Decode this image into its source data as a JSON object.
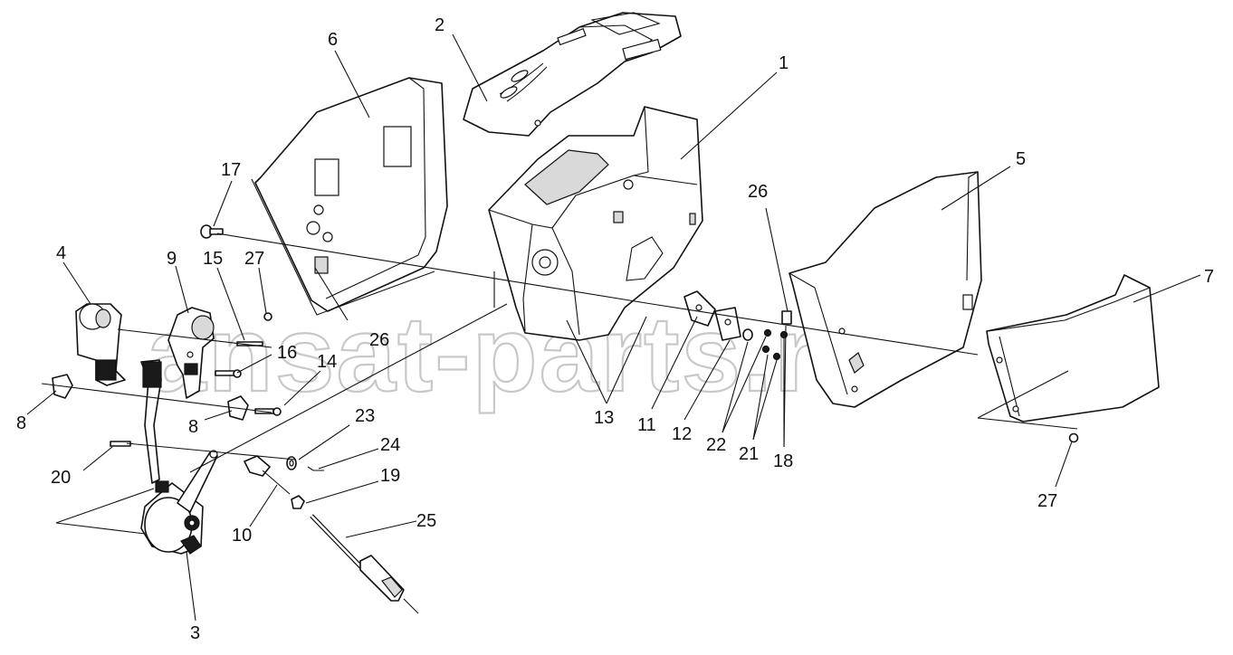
{
  "watermark": "ansat-parts.ru",
  "callouts": {
    "c1": "1",
    "c2": "2",
    "c3": "3",
    "c4": "4",
    "c5": "5",
    "c6": "6",
    "c7": "7",
    "c8a": "8",
    "c8b": "8",
    "c9": "9",
    "c10": "10",
    "c11": "11",
    "c12": "12",
    "c13": "13",
    "c14": "14",
    "c15": "15",
    "c16": "16",
    "c17": "17",
    "c18": "18",
    "c19": "19",
    "c20": "20",
    "c21": "21",
    "c22": "22",
    "c23": "23",
    "c24": "24",
    "c25": "25",
    "c26a": "26",
    "c26b": "26",
    "c27a": "27",
    "c27b": "27"
  }
}
